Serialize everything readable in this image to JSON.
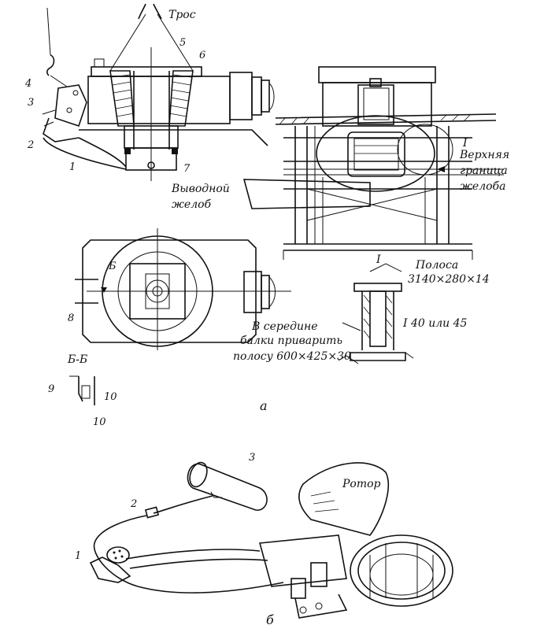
{
  "top_left": {
    "labels": {
      "cable": "Трос",
      "n5": "5",
      "n6": "6",
      "n4": "4",
      "n3": "3",
      "n2": "2",
      "n1": "1",
      "n7": "7",
      "outlet_1": "Выводной",
      "outlet_2": "желоб"
    }
  },
  "top_right": {
    "labels": {
      "detail_I": "I",
      "upper_1": "Верхняя",
      "upper_2": "граница",
      "upper_3": "желоба",
      "bottom_I": "I"
    }
  },
  "plan_view": {
    "labels": {
      "section_b": "Б",
      "n8": "8",
      "section_bb": "Б-Б"
    }
  },
  "beam_detail": {
    "labels": {
      "strip_1": "Полоса",
      "strip_2": "3140×280×14",
      "middle_1": "В середине",
      "middle_2": "балки приварить",
      "middle_3": "полосу 600×425×30",
      "ibeam": "I 40 или 45"
    }
  },
  "section_detail": {
    "labels": {
      "n9": "9",
      "n10a": "10",
      "n10b": "10"
    }
  },
  "captions": {
    "a": "а",
    "b": "б"
  },
  "bottom": {
    "labels": {
      "n3": "3",
      "n2": "2",
      "n1": "1",
      "rotor": "Ротор"
    }
  }
}
